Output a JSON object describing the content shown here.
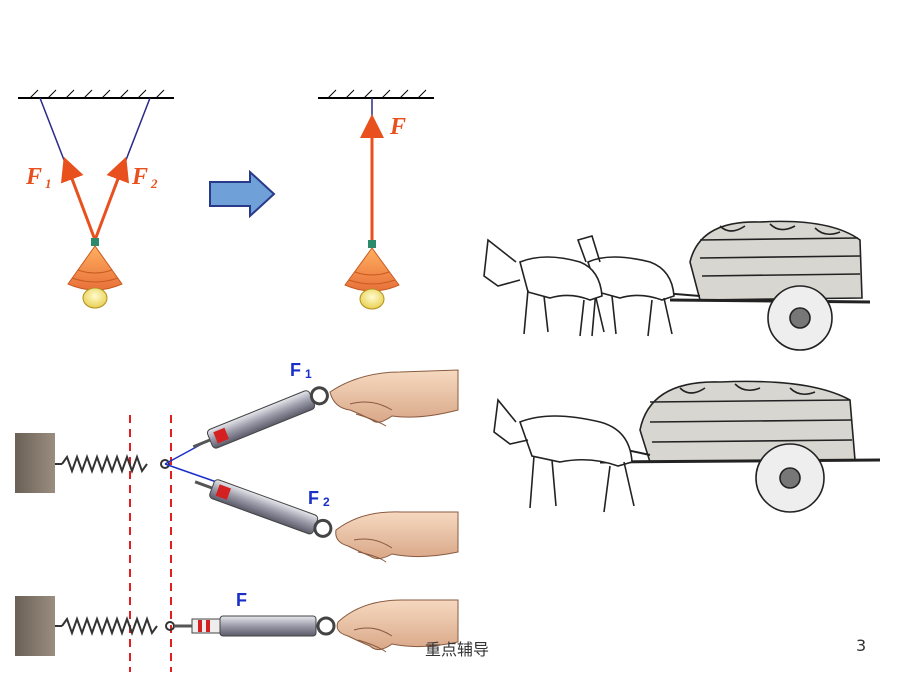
{
  "labels": {
    "f1": "F",
    "f1_sub": "1",
    "f2": "F",
    "f2_sub": "2",
    "f_single": "F",
    "spring_f1": "F",
    "spring_f1_sub": "1",
    "spring_f2": "F",
    "spring_f2_sub": "2",
    "spring_f": "F"
  },
  "footer": {
    "text": "重点辅导",
    "page": "3"
  },
  "colors": {
    "force_arrow": "#e8501e",
    "rope": "#2a2a8a",
    "guide_line": "#e02020",
    "label_blue": "#1a2fc8",
    "transition_arrow": "#6fa0d8"
  },
  "icons": [
    "lamp-icon",
    "right-arrow-icon",
    "spring-scale-icon",
    "hand-icon",
    "horse-cart-icon"
  ]
}
